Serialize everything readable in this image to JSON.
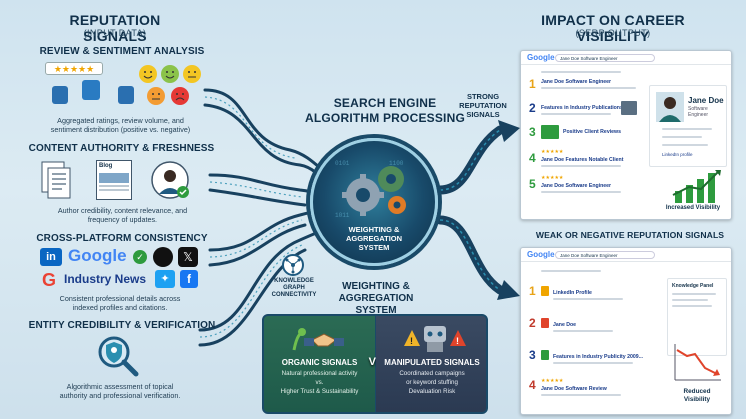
{
  "left": {
    "title": "REPUTATION SIGNALS",
    "subtitle": "(INPUT DATA)",
    "sections": [
      {
        "title": "REVIEW & SENTIMENT ANALYSIS",
        "desc1": "Aggregated ratings, review volume, and",
        "desc2": "sentiment distribution (positive vs. negative)"
      },
      {
        "title": "CONTENT AUTHORITY & FRESHNESS",
        "desc1": "Author credibility, content relevance, and",
        "desc2": "frequency of updates.",
        "blog_label": "Blog"
      },
      {
        "title": "CROSS-PLATFORM CONSISTENCY",
        "desc1": "Consistent professional details across",
        "desc2": "indexed profiles and citations.",
        "google": "Google",
        "news": "Industry News"
      },
      {
        "title": "ENTITY CREDIBILITY & VERIFICATION",
        "desc1": "Algorithmic assessment of topical",
        "desc2": "authority and professional verification."
      }
    ]
  },
  "center": {
    "title1": "SEARCH ENGINE",
    "title2": "ALGORITHM PROCESSING",
    "core1": "WEIGHTING &",
    "core2": "AGGREGATION",
    "core3": "SYSTEM",
    "kg1": "KNOWLEDGE GRAPH",
    "kg2": "CONNECTIVITY",
    "weight1": "WEIGHTING &",
    "weight2": "AGGREGATION SYSTEM",
    "organic": {
      "title": "ORGANIC SIGNALS",
      "l1": "Natural professional activity",
      "l2": "vs.",
      "l3": "Higher Trust & Sustainability"
    },
    "vs": "VS",
    "manipulated": {
      "title": "MANIPULATED SIGNALS",
      "l1": "Coordinated campaigns",
      "l2": "or keyword stuffing",
      "l3": "Devaluation Risk"
    }
  },
  "right": {
    "title": "IMPACT ON CAREER VISIBILITY",
    "subtitle": "(SERP OUTPUT)",
    "strong1": "STRONG",
    "strong2": "REPUTATION",
    "strong3": "SIGNALS",
    "weak": "WEAK OR NEGATIVE REPUTATION SIGNALS",
    "serp_top": {
      "logo": "Google",
      "query": "Jane Doe Software Engineer",
      "results": [
        {
          "n": "1",
          "title": "Jane Doe Software Engineer",
          "color": "#e8a317"
        },
        {
          "n": "2",
          "title": "Features in Industry Publications",
          "color": "#1a3c8a"
        },
        {
          "n": "3",
          "title": "Positive Client Reviews",
          "color": "#2e9b3e"
        },
        {
          "n": "4",
          "title": "Jane Doe Features Notable Client",
          "color": "#2e9b3e"
        },
        {
          "n": "5",
          "title": "Jane Doe Software Engineer",
          "color": "#2e9b3e"
        }
      ],
      "panel_name": "Jane Doe",
      "panel_role": "Software Engineer",
      "panel_link": "LinkedIn profile",
      "increased": "Increased Visibility"
    },
    "serp_bottom": {
      "logo": "Google",
      "query": "Jane Doe Software Engineer",
      "results": [
        {
          "n": "1",
          "title": "LinkedIn Profile",
          "color": "#e8a317"
        },
        {
          "n": "2",
          "title": "Jane Doe",
          "color": "#c0392b"
        },
        {
          "n": "3",
          "title": "Features in Industry Publicity 2009...",
          "color": "#1a3c8a"
        },
        {
          "n": "4",
          "title": "Jane Doe Software Review",
          "color": "#c0392b"
        }
      ],
      "panel_title": "Knowledge Panel",
      "reduced1": "Reduced",
      "reduced2": "Visibility"
    }
  }
}
